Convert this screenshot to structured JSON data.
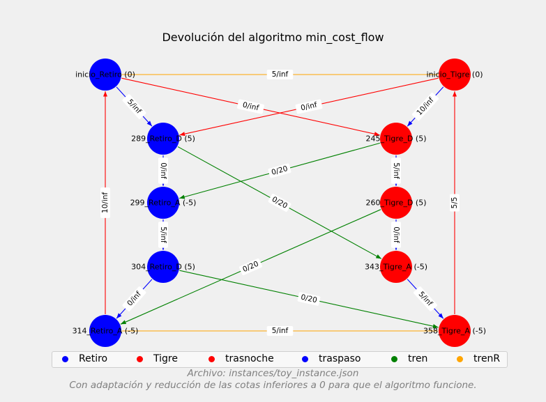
{
  "title": "Devolución del algoritmo min_cost_flow",
  "colors": {
    "retiro": "#0000ff",
    "tigre": "#ff0000",
    "tren": "#008000",
    "trenR": "#ffa500",
    "traspaso": "#0000ff",
    "trasnoche": "#ff0000"
  },
  "nodes": [
    {
      "id": "inicio_Retiro",
      "label": "inicio_Retiro (0)",
      "group": "Retiro"
    },
    {
      "id": "289_Retiro_D",
      "label": "289_Retiro_D (5)",
      "group": "Retiro"
    },
    {
      "id": "299_Retiro_A",
      "label": "299_Retiro_A (-5)",
      "group": "Retiro"
    },
    {
      "id": "304_Retiro_D",
      "label": "304_Retiro_D (5)",
      "group": "Retiro"
    },
    {
      "id": "314_Retiro_A",
      "label": "314_Retiro_A (-5)",
      "group": "Retiro"
    },
    {
      "id": "inicio_Tigre",
      "label": "inicio_Tigre (0)",
      "group": "Tigre"
    },
    {
      "id": "245_Tigre_D",
      "label": "245_Tigre_D (5)",
      "group": "Tigre"
    },
    {
      "id": "260_Tigre_D",
      "label": "260_Tigre_D (5)",
      "group": "Tigre"
    },
    {
      "id": "343_Tigre_A",
      "label": "343_Tigre_A (-5)",
      "group": "Tigre"
    },
    {
      "id": "358_Tigre_A",
      "label": "358_Tigre_A (-5)",
      "group": "Tigre"
    }
  ],
  "edges": [
    {
      "from": "inicio_Retiro",
      "to": "inicio_Tigre",
      "label": "5/inf",
      "kind": "trenR"
    },
    {
      "from": "314_Retiro_A",
      "to": "358_Tigre_A",
      "label": "5/inf",
      "kind": "trenR"
    },
    {
      "from": "inicio_Retiro",
      "to": "289_Retiro_D",
      "label": "5/inf",
      "kind": "traspaso"
    },
    {
      "from": "289_Retiro_D",
      "to": "299_Retiro_A",
      "label": "0/inf",
      "kind": "traspaso"
    },
    {
      "from": "299_Retiro_A",
      "to": "304_Retiro_D",
      "label": "5/inf",
      "kind": "traspaso"
    },
    {
      "from": "304_Retiro_D",
      "to": "314_Retiro_A",
      "label": "0/inf",
      "kind": "traspaso"
    },
    {
      "from": "inicio_Tigre",
      "to": "245_Tigre_D",
      "label": "10/inf",
      "kind": "traspaso"
    },
    {
      "from": "245_Tigre_D",
      "to": "260_Tigre_D",
      "label": "5/inf",
      "kind": "traspaso"
    },
    {
      "from": "260_Tigre_D",
      "to": "343_Tigre_A",
      "label": "0/inf",
      "kind": "traspaso"
    },
    {
      "from": "343_Tigre_A",
      "to": "358_Tigre_A",
      "label": "5/inf",
      "kind": "traspaso"
    },
    {
      "from": "inicio_Retiro",
      "to": "245_Tigre_D",
      "label": "0/inf",
      "kind": "trasnoche"
    },
    {
      "from": "inicio_Tigre",
      "to": "289_Retiro_D",
      "label": "0/inf",
      "kind": "trasnoche"
    },
    {
      "from": "314_Retiro_A",
      "to": "inicio_Retiro",
      "label": "10/inf",
      "kind": "trasnoche"
    },
    {
      "from": "358_Tigre_A",
      "to": "inicio_Tigre",
      "label": "5/5",
      "kind": "trasnoche"
    },
    {
      "from": "245_Tigre_D",
      "to": "299_Retiro_A",
      "label": "0/20",
      "kind": "tren"
    },
    {
      "from": "289_Retiro_D",
      "to": "343_Tigre_A",
      "label": "0/20",
      "kind": "tren"
    },
    {
      "from": "260_Tigre_D",
      "to": "314_Retiro_A",
      "label": "0/20",
      "kind": "tren"
    },
    {
      "from": "304_Retiro_D",
      "to": "358_Tigre_A",
      "label": "0/20",
      "kind": "tren"
    }
  ],
  "legend": [
    {
      "label": "Retiro",
      "color": "#0000ff"
    },
    {
      "label": "Tigre",
      "color": "#ff0000"
    },
    {
      "label": "trasnoche",
      "color": "#ff0000"
    },
    {
      "label": "traspaso",
      "color": "#0000ff"
    },
    {
      "label": "tren",
      "color": "#008000"
    },
    {
      "label": "trenR",
      "color": "#ffa500"
    }
  ],
  "caption_file": "Archivo: instances/toy_instance.json",
  "caption_note": "Con adaptación y reducción de las cotas inferiores a 0 para que el algoritmo funcione."
}
